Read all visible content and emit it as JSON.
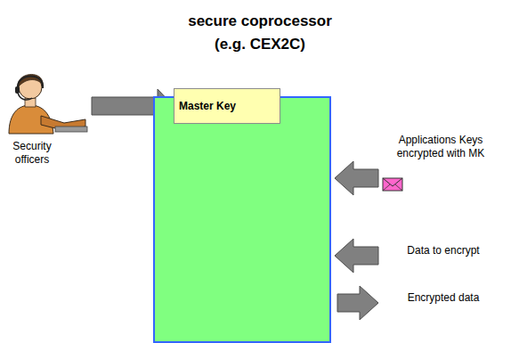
{
  "diagram": {
    "nodes": [
      {
        "text": [
          "secure coprocessor (e.g. CEX2C)"
        ]
      },
      {
        "text": [
          "Master Key"
        ],
        "in": 0
      },
      {
        "text": [
          "Security officers"
        ]
      }
    ],
    "edges": [
      {
        "from": 2,
        "to": 1,
        "arrow": "to"
      }
    ],
    "labels": [
      "Applications Keys encrypted with MK",
      "Data to encrypt",
      "Encrypted data"
    ]
  }
}
